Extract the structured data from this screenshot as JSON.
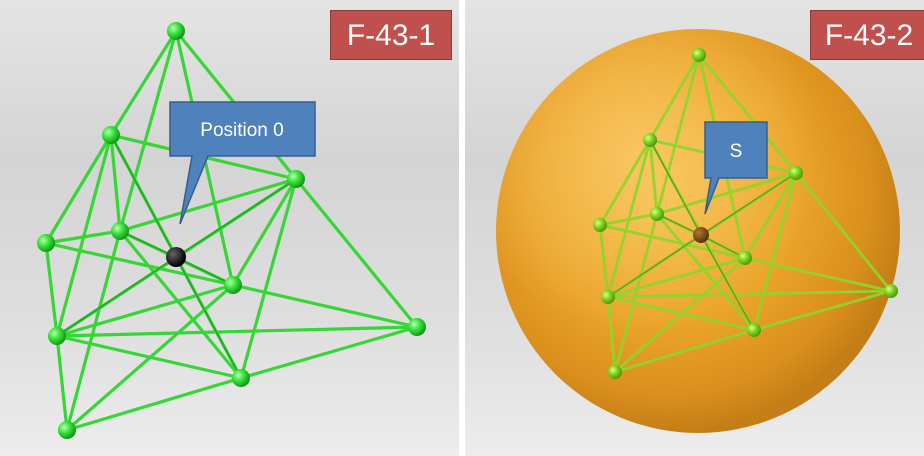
{
  "panels": [
    {
      "tag": "F-43-1",
      "callout": "Position 0"
    },
    {
      "tag": "F-43-2",
      "callout": "S"
    }
  ],
  "colors": {
    "tag_background": "#c0504d",
    "callout_fill": "#4f81bd",
    "lattice_green": "#33dd33",
    "sphere_orange": "#f5a623",
    "center_point_left": "#000000",
    "center_point_right": "#7a4a10"
  }
}
